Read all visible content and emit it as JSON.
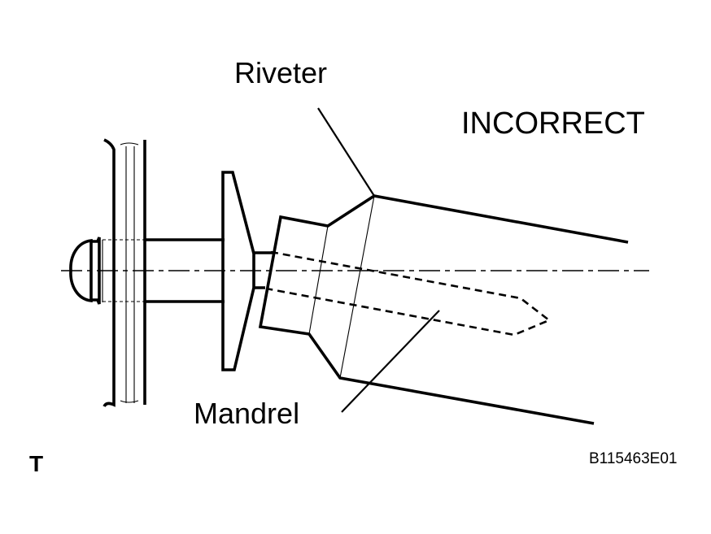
{
  "labels": {
    "riveter": "Riveter",
    "status": "INCORRECT",
    "mandrel": "Mandrel",
    "corner_mark": "T",
    "figure_code": "B115463E01"
  },
  "colors": {
    "line": "#000000",
    "background": "#ffffff"
  }
}
